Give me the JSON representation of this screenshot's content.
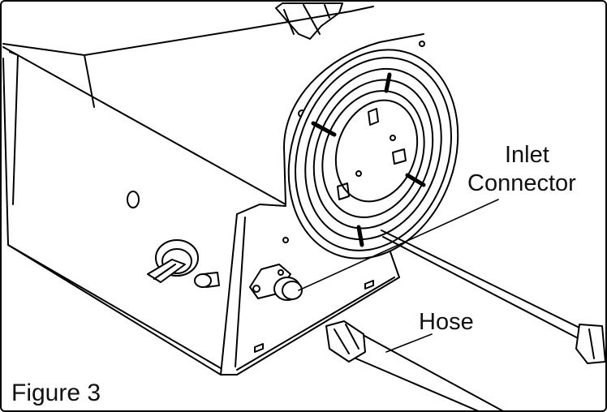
{
  "labels": {
    "inlet_line1": "Inlet",
    "inlet_line2": "Connector",
    "hose": "Hose",
    "figure": "Figure 3"
  },
  "colors": {
    "stroke": "#000000",
    "background": "#ffffff"
  }
}
